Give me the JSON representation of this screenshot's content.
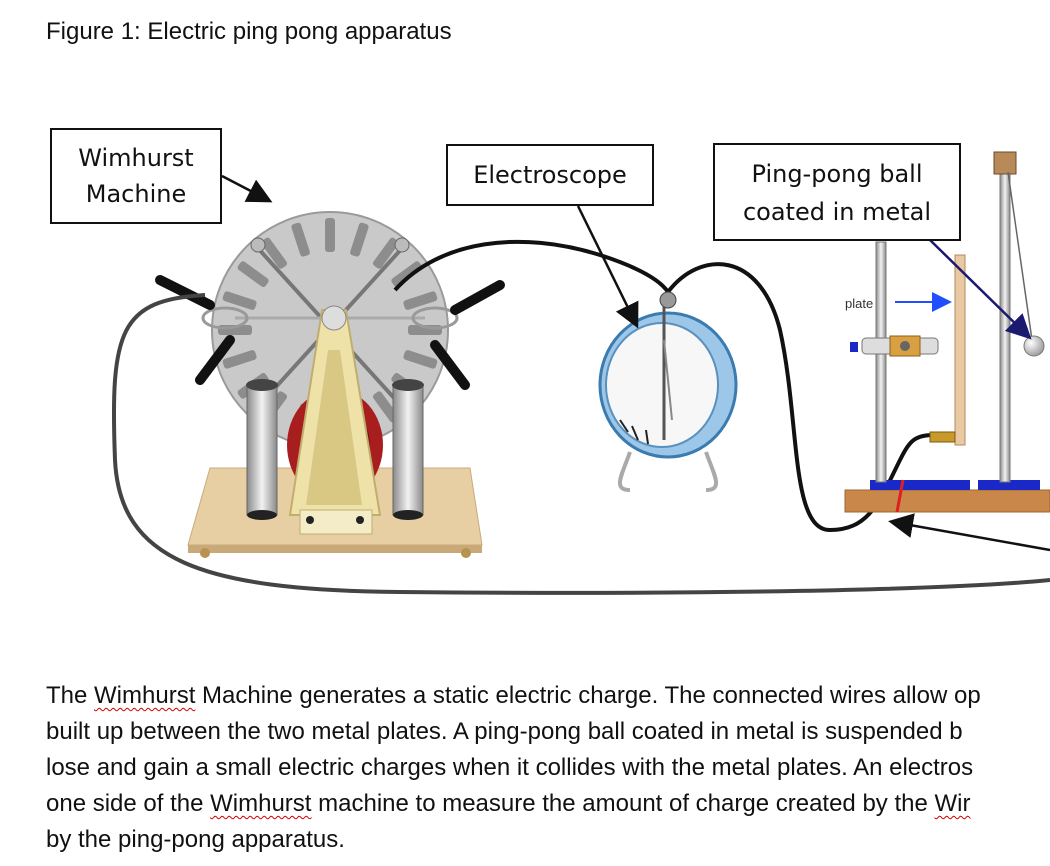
{
  "figure": {
    "caption": "Figure 1: Electric ping pong apparatus",
    "labels": {
      "wimhurst_line1": "Wimhurst",
      "wimhurst_line2": "Machine",
      "electroscope": "Electroscope",
      "pingpong_line1": "Ping-pong ball",
      "pingpong_line2": "coated in metal",
      "plate": "plate"
    }
  },
  "paragraph": {
    "line1_pre": "The ",
    "line1_word": "Wimhurst",
    "line1_post": " Machine generates a static electric charge. The connected wires allow op",
    "line2": "built up between the two metal plates. A ping-pong ball coated in metal is suspended b",
    "line3": "lose and gain a small electric charges when it collides with the metal plates. An electros",
    "line4_pre": "one side of the ",
    "line4_word": "Wimhurst",
    "line4_mid": " machine to measure the amount of charge created by the ",
    "line4_word2": "Wir",
    "line5": "by the ping-pong apparatus."
  }
}
